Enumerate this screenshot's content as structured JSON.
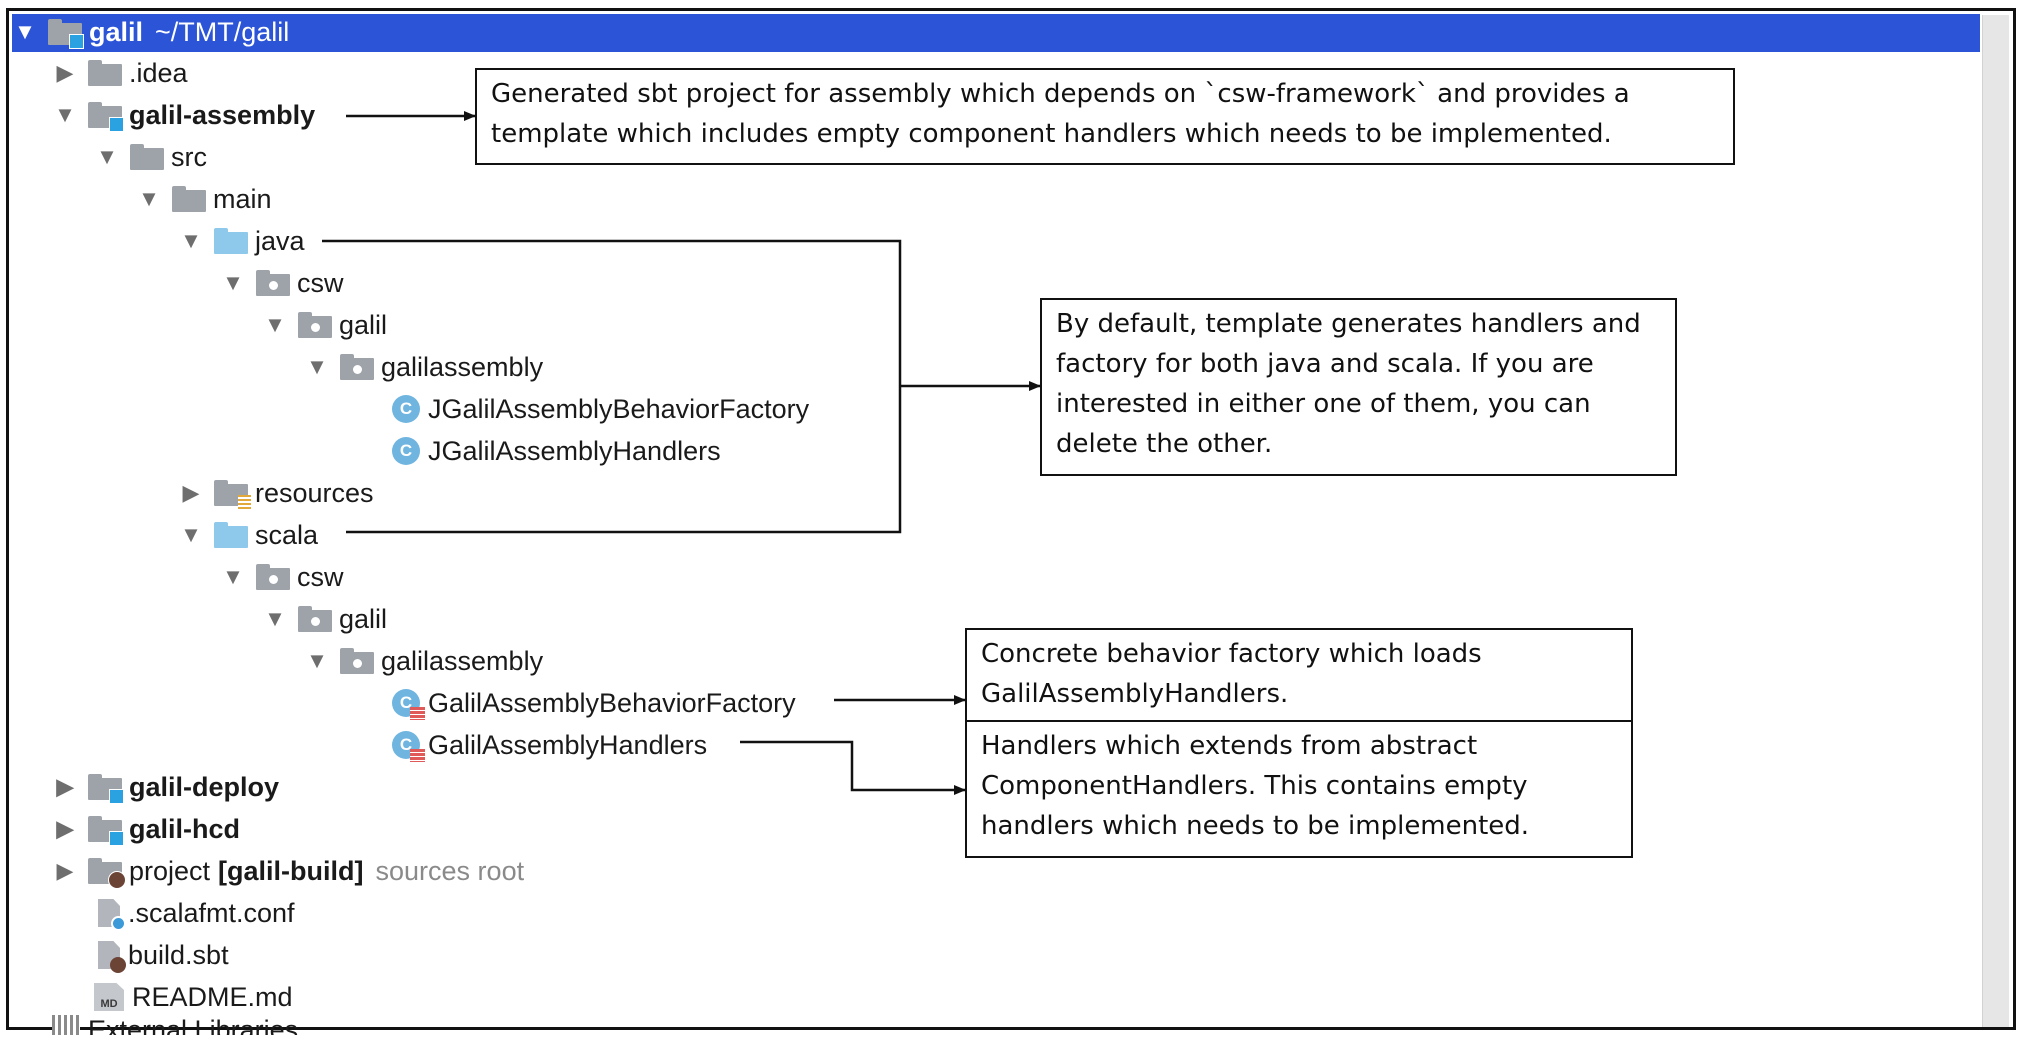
{
  "tree": {
    "root": {
      "name": "galil",
      "path": "~/TMT/galil"
    },
    "idea": ".idea",
    "assembly": "galil-assembly",
    "src": "src",
    "main": "main",
    "java": "java",
    "java_csw": "csw",
    "java_galil": "galil",
    "java_galilassembly": "galilassembly",
    "java_behavior_factory": "JGalilAssemblyBehaviorFactory",
    "java_handlers": "JGalilAssemblyHandlers",
    "resources": "resources",
    "scala": "scala",
    "scala_csw": "csw",
    "scala_galil": "galil",
    "scala_galilassembly": "galilassembly",
    "scala_behavior_factory": "GalilAssemblyBehaviorFactory",
    "scala_handlers": "GalilAssemblyHandlers",
    "deploy": "galil-deploy",
    "hcd": "galil-hcd",
    "project_prefix": "project",
    "project_name": "[galil-build]",
    "project_suffix": "sources root",
    "scalafmt": ".scalafmt.conf",
    "build_sbt": "build.sbt",
    "readme": "README.md",
    "external": "External Libraries"
  },
  "icons": {
    "class_letter": "C",
    "md_letter": "MD",
    "expanded": "▼",
    "collapsed": "▶"
  },
  "callouts": {
    "assembly_line1": "Generated sbt project for assembly which depends on `csw-framework` and provides a",
    "assembly_line2": "template which includes empty component handlers which needs to be implemented.",
    "default_line1": "By default, template generates handlers and",
    "default_line2": "factory for both java and scala. If you are",
    "default_line3": "interested in either one of them, you can",
    "default_line4": "delete the other.",
    "factory_line1": "Concrete behavior factory which loads",
    "factory_line2": "GalilAssemblyHandlers.",
    "handlers_line1": "Handlers which extends from abstract",
    "handlers_line2": "ComponentHandlers.  This contains empty",
    "handlers_line3": "handlers which needs to be implemented."
  },
  "colors": {
    "selection": "#2c54d6",
    "folder_gray": "#9ea3aa",
    "folder_blue": "#8ec8ea",
    "class_icon": "#6fb5e0"
  }
}
